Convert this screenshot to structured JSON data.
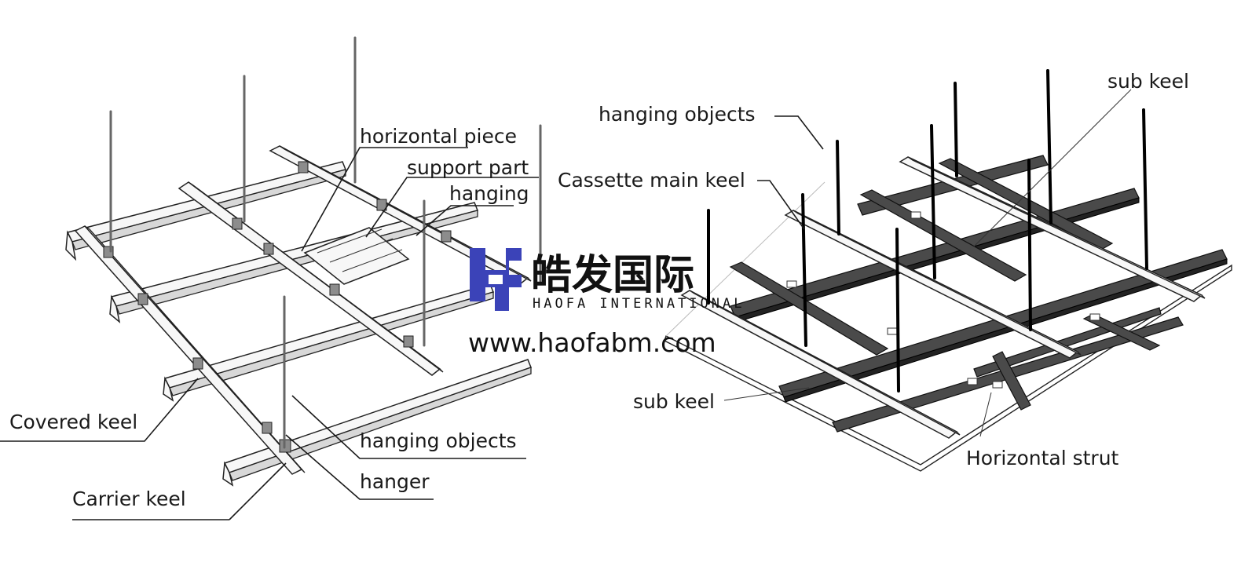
{
  "left_diagram": {
    "labels": {
      "horizontal_piece": "horizontal piece",
      "support_part": "support part",
      "hanging": "hanging",
      "covered_keel": "Covered keel",
      "hanging_objects": "hanging objects",
      "hanger": "hanger",
      "carrier_keel": "Carrier keel"
    }
  },
  "right_diagram": {
    "labels": {
      "hanging_objects": "hanging objects",
      "sub_keel_top": "sub keel",
      "cassette_main_keel": "Cassette main keel",
      "sub_keel_bottom": "sub keel",
      "horizontal_strut": "Horizontal strut"
    }
  },
  "watermark": {
    "chinese": "皓发国际",
    "english": "HAOFA INTERNATIONAL",
    "url": "www.haofabm.com",
    "logo_letters": "HF",
    "logo_color": "#3b43b8"
  }
}
